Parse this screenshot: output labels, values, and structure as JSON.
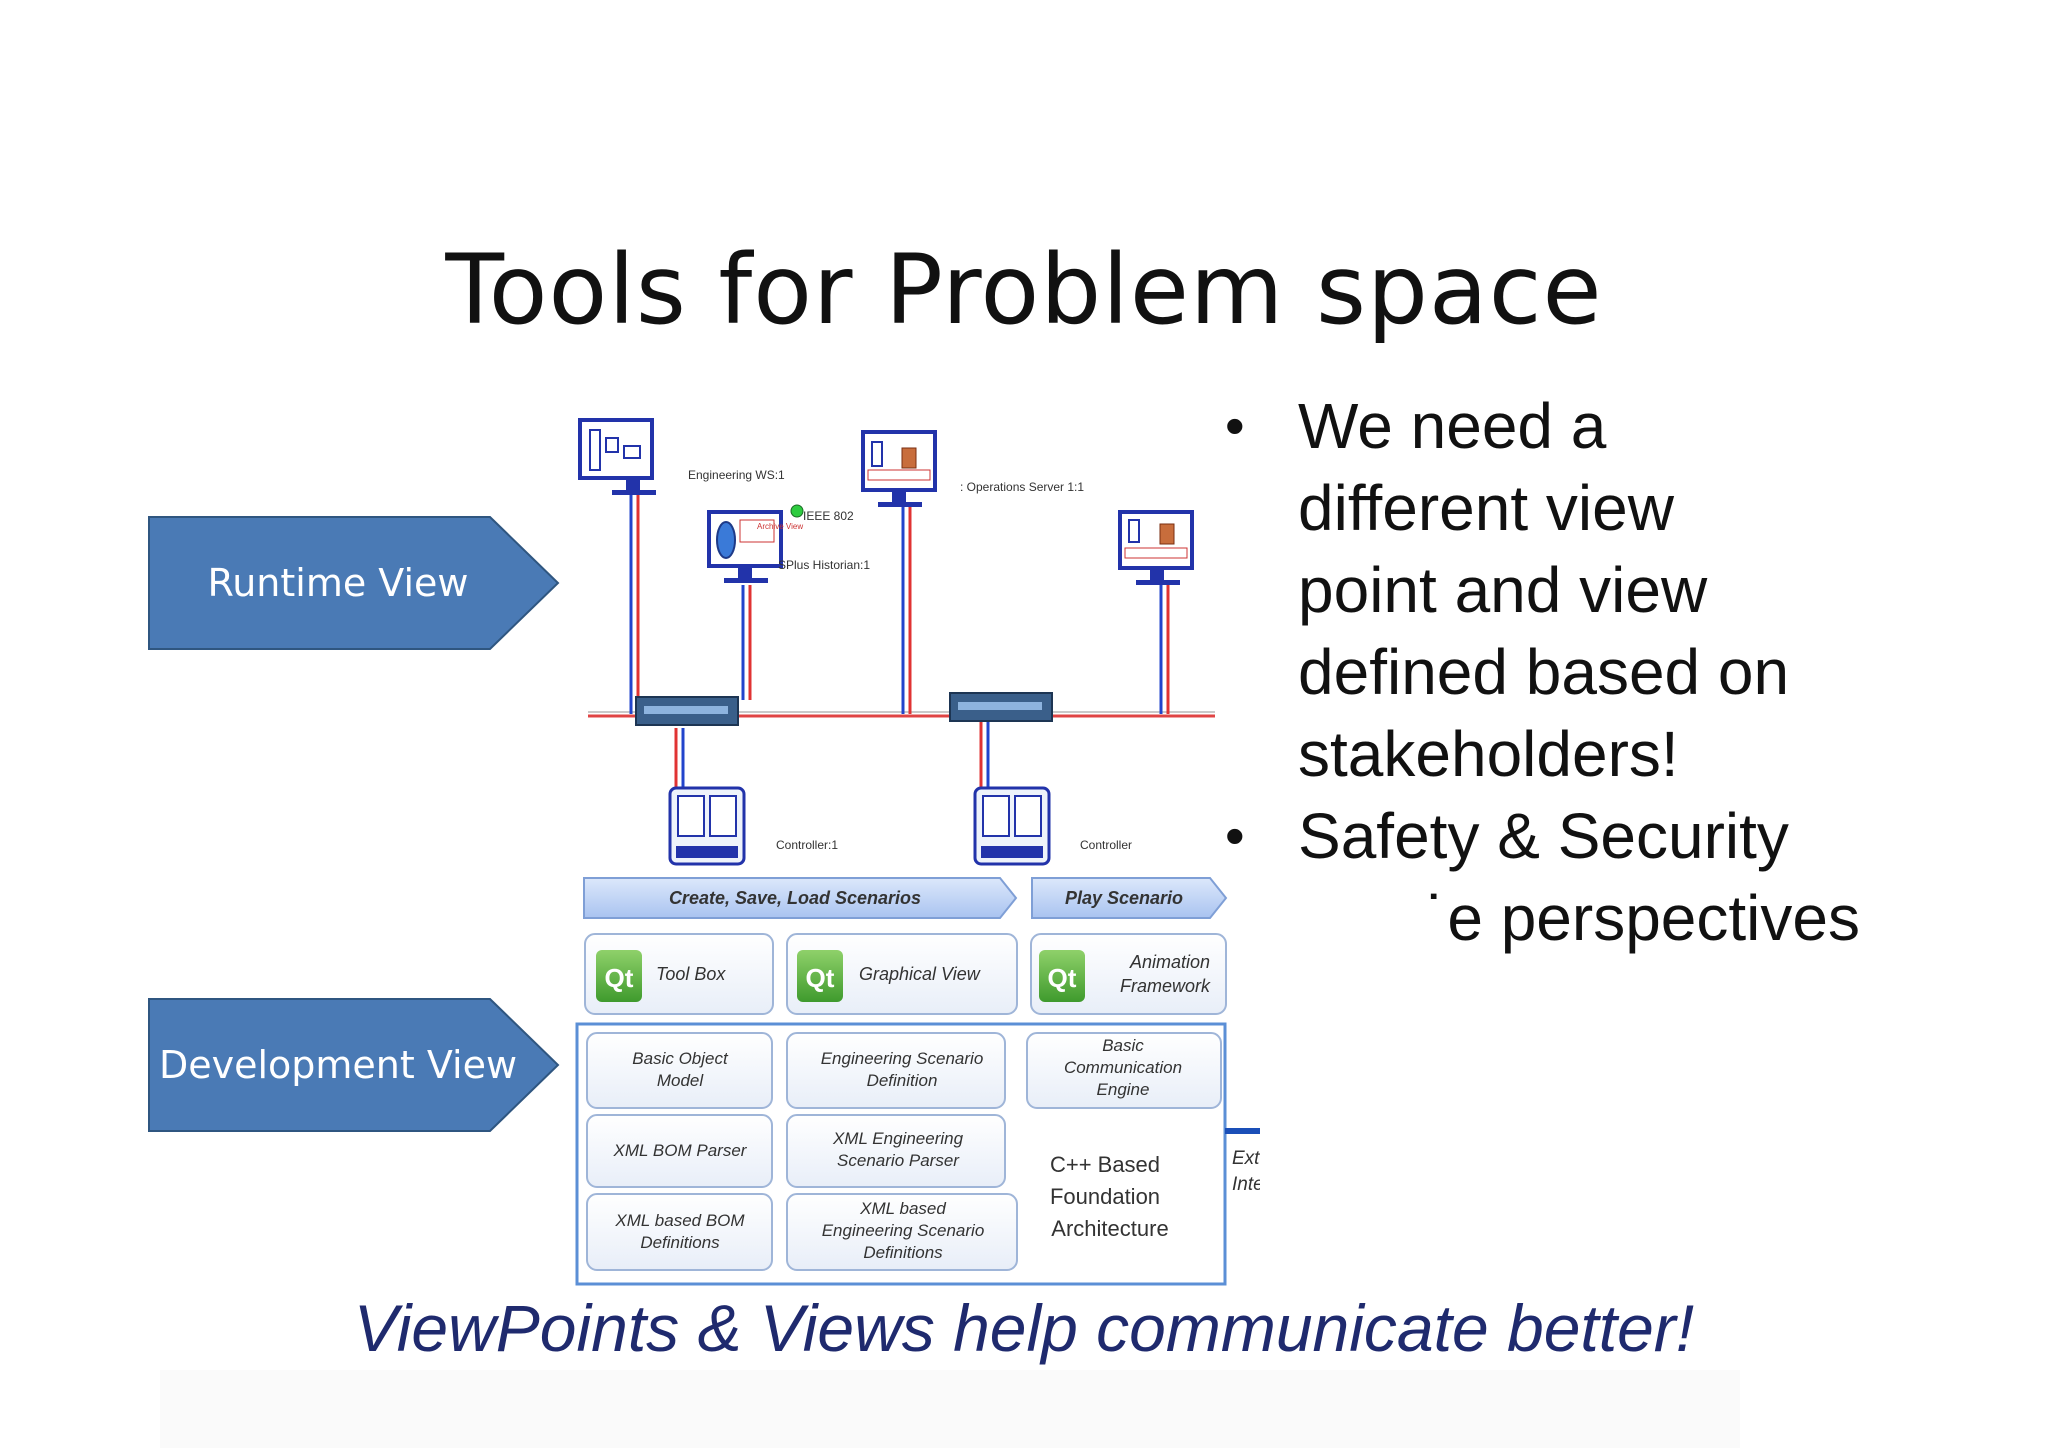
{
  "slide": {
    "title": "Tools for Problem space",
    "footer_quote": "ViewPoints & Views help communicate better!"
  },
  "arrows": {
    "runtime_label": "Runtime View",
    "development_label": "Development View",
    "color": "#4a7ab5"
  },
  "bullets": {
    "item1": [
      "We need a",
      "different view",
      "point and view",
      "defined based on",
      "stakeholders!"
    ],
    "item2_line1": "Safety & Security",
    "item2_line2": "˙e perspectives"
  },
  "runtime": {
    "engineering_ws": "Engineering WS:1",
    "ieee": "IEEE 802",
    "historian": "SPlus Historian:1",
    "operations_server": ": Operations Server 1:1",
    "archive_view": "Archive View",
    "controller1": "Controller:1",
    "controller2": "Controller"
  },
  "development": {
    "scenario_create": "Create, Save, Load Scenarios",
    "scenario_play": "Play Scenario",
    "qt_logo": "Qt",
    "toolbox": "Tool Box",
    "graphical_view": "Graphical View",
    "animation": [
      "Animation",
      "Framework"
    ],
    "basic_object": [
      "Basic Object",
      "Model"
    ],
    "eng_scenario_def": [
      "Engineering Scenario",
      "Definition"
    ],
    "basic_comm": [
      "Basic",
      "Communication",
      "Engine"
    ],
    "xml_bom_parser": "XML BOM Parser",
    "xml_eng_parser": [
      "XML Engineering",
      "Scenario Parser"
    ],
    "cpp_foundation": [
      "C++ Based",
      "Foundation",
      "Architecture"
    ],
    "xml_bom_defs": [
      "XML based BOM",
      "Definitions"
    ],
    "xml_eng_defs": [
      "XML based",
      "Engineering Scenario",
      "Definitions"
    ],
    "external": [
      "External",
      "Interface"
    ]
  }
}
